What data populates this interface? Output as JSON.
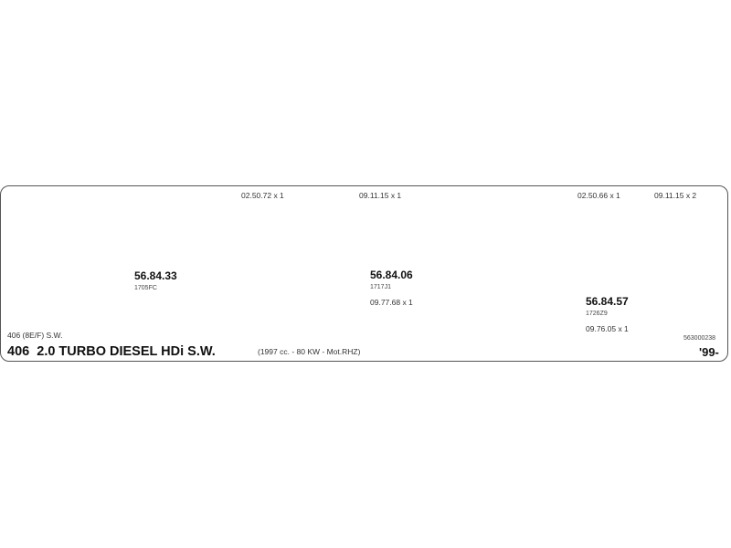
{
  "accessories": {
    "a1": "02.50.72 x 1",
    "a2": "09.11.15 x 1",
    "a3": "02.50.66 x 1",
    "a4": "09.11.15 x 2"
  },
  "parts": {
    "p1": {
      "number": "56.84.33",
      "code": "1705FC"
    },
    "p2": {
      "number": "56.84.06",
      "code": "1717J1",
      "extra": "09.77.68 x 1"
    },
    "p3": {
      "number": "56.84.57",
      "code": "1726Z9",
      "extra": "09.76.05 x 1"
    }
  },
  "vehicle": {
    "model_small": "406 (8E/F) S.W.",
    "title": "406  2.0 TURBO DIESEL HDi S.W.",
    "spec": "(1997 cc. - 80 KW - Mot.RHZ)",
    "catalog": "563000238",
    "year": "'99-"
  }
}
